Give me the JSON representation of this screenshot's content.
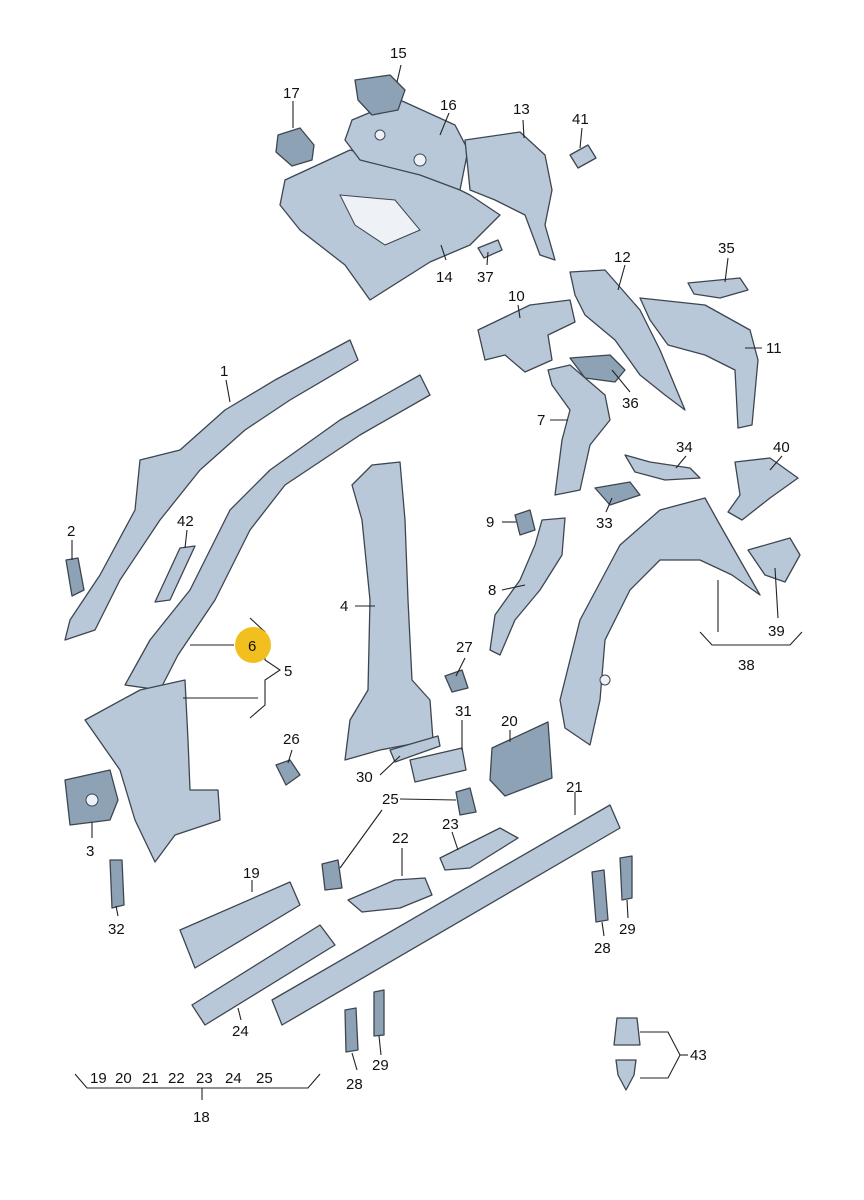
{
  "labels": {
    "l1": "1",
    "l2": "2",
    "l3": "3",
    "l4": "4",
    "l5": "5",
    "l6": "6",
    "l7": "7",
    "l8": "8",
    "l9": "9",
    "l10": "10",
    "l11": "11",
    "l12": "12",
    "l13": "13",
    "l14": "14",
    "l15": "15",
    "l16": "16",
    "l17": "17",
    "l18": "18",
    "l19": "19",
    "l20": "20",
    "l21": "21",
    "l22": "22",
    "l23": "23",
    "l24": "24",
    "l25": "25",
    "l26": "26",
    "l27": "27",
    "l28": "28",
    "l29": "29",
    "l30": "30",
    "l31": "31",
    "l32": "32",
    "l33": "33",
    "l34": "34",
    "l35": "35",
    "l36": "36",
    "l37": "37",
    "l38": "38",
    "l39": "39",
    "l40": "40",
    "l41": "41",
    "l42": "42",
    "l43": "43",
    "l28b": "28",
    "l29b": "29"
  },
  "group18": {
    "items": [
      "19",
      "20",
      "21",
      "22",
      "23",
      "24",
      "25"
    ],
    "label": "18"
  },
  "highlight": {
    "label": "6",
    "color": "#f2c01e"
  },
  "colors": {
    "part": "#b9c8d8",
    "part_dark": "#8ea2b6",
    "outline": "#3d4650",
    "highlight": "#f2c01e"
  }
}
